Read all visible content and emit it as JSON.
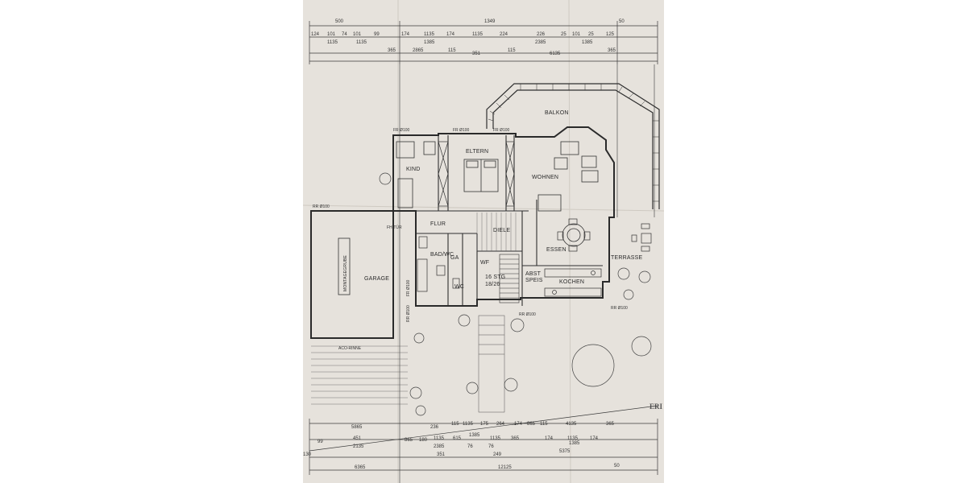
{
  "rooms": {
    "balkon": "BALKON",
    "eltern": "ELTERN",
    "kind": "KIND",
    "wohnen": "WOHNEN",
    "flur": "FLUR",
    "diele": "DIELE",
    "essen": "ESSEN",
    "terrasse": "TERRASSE",
    "garage": "GARAGE",
    "bad_wc": "BAD/WC",
    "ga": "GA",
    "wf": "WF",
    "wc": "WC",
    "abst": "ABST",
    "speis": "SPEIS",
    "kochen": "KOCHEN",
    "montagegrube": "MONTAGEGRUBE"
  },
  "stairs": {
    "steps": "16 STG",
    "ratio": "18/26"
  },
  "notes": {
    "fr_left": "FR Ø100",
    "fr_mid": "FR Ø100",
    "fr_right": "FR Ø100",
    "rr_garage": "RR Ø100",
    "rr_bottom": "RR Ø100",
    "rr_right": "RR Ø100",
    "fh_tuer": "FH-TÜR",
    "fr_side": "FR Ø100",
    "rr_side": "RR Ø100",
    "acd": "ACO-RINNE"
  },
  "stamp": "ERI",
  "dims_top": {
    "row1": [
      "500",
      "1349",
      "50"
    ],
    "row2": [
      "124",
      "101",
      "74",
      "101",
      "99",
      "174",
      "1135",
      "174",
      "1135",
      "224",
      "226",
      "25",
      "101",
      "25",
      "125"
    ],
    "row2b": [
      "1135",
      "1135",
      "1385",
      "2385",
      "1385"
    ],
    "row3": [
      "365",
      "2865",
      "115",
      "351",
      "115",
      "6135",
      "365"
    ]
  },
  "dims_bottom": {
    "row1": [
      "5865",
      "236",
      "115",
      "1135",
      "175",
      "264",
      "174",
      "865",
      "115",
      "4135",
      "365"
    ],
    "row2": [
      "99",
      "451",
      "865",
      "180",
      "1135",
      "615",
      "1385",
      "1135",
      "365",
      "174",
      "1135",
      "174"
    ],
    "row2b": [
      "2135",
      "2385",
      "76",
      "76",
      "1385"
    ],
    "row3": [
      "351",
      "249",
      "5375"
    ],
    "row4": [
      "130",
      "6365",
      "12125",
      "50"
    ]
  },
  "colors": {
    "paper": "#e6e2dc",
    "ink": "#2f2f2f",
    "border": "#ffffff"
  }
}
